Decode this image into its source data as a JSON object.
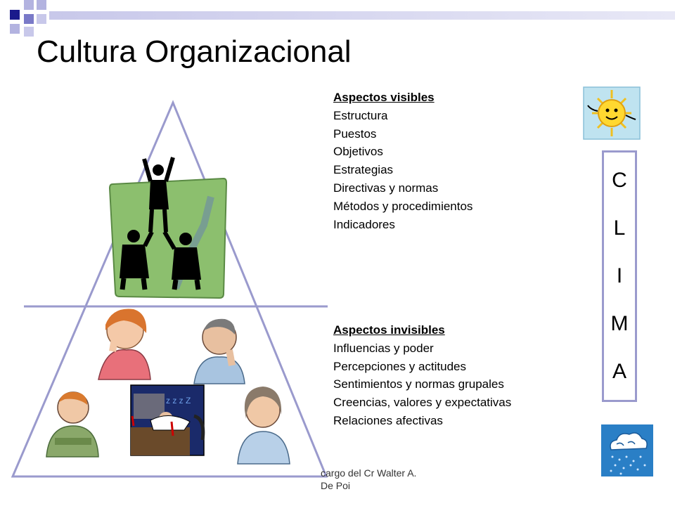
{
  "slide": {
    "title": "Cultura Organizacional",
    "visible": {
      "heading": "Aspectos visibles",
      "items": [
        "Estructura",
        "Puestos",
        "Objetivos",
        "Estrategias",
        "Directivas y normas",
        "Métodos y procedimientos",
        "Indicadores"
      ]
    },
    "invisible": {
      "heading": "Aspectos invisibles",
      "items": [
        "Influencias y poder",
        "Percepciones y actitudes",
        "Sentimientos y normas grupales",
        "Creencias, valores y expectativas",
        "Relaciones afectivas"
      ]
    },
    "clima_letters": [
      "C",
      "L",
      "I",
      "M",
      "A"
    ],
    "footer_line1": "cargo del Cr Walter A.",
    "footer_line2": "De Poi",
    "sleep_text": "z z z Z",
    "colors": {
      "corner_dark": "#1a1a8c",
      "corner_light": "#b3b3e0",
      "pyramid_line": "#9a9acd",
      "green_panel": "#8cbf6e",
      "sun_bg": "#bfe3f0",
      "rain_bg": "#2a7fc6"
    },
    "icons": [
      "sun-icon",
      "rain-cloud-icon"
    ]
  }
}
